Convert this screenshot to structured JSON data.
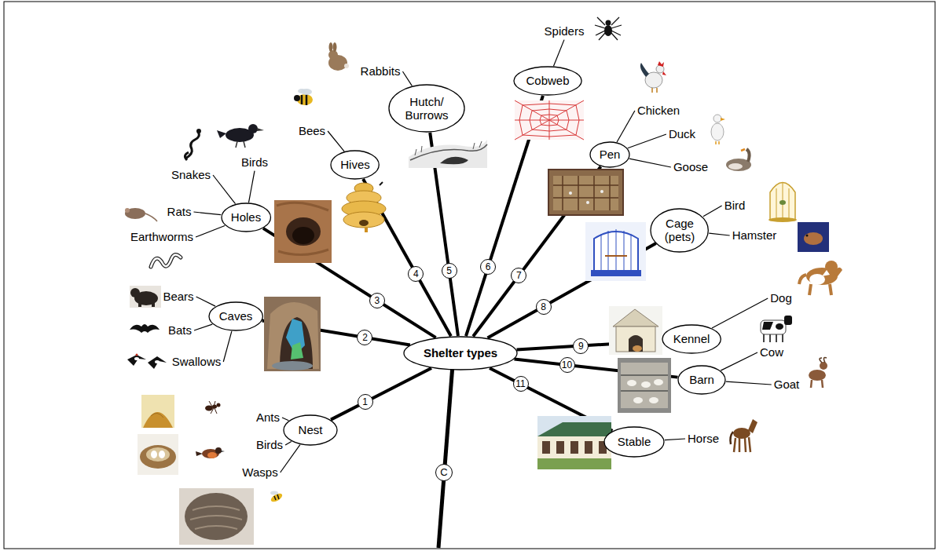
{
  "diagram": {
    "nodes": [
      {
        "text": [
          "Shelter types"
        ]
      },
      {
        "text": [
          "Nest"
        ]
      },
      {
        "text": [
          "Caves"
        ]
      },
      {
        "text": [
          "Holes"
        ]
      },
      {
        "text": [
          "Hives"
        ]
      },
      {
        "text": [
          "Hutch/ Burrows"
        ]
      },
      {
        "text": [
          "Cobweb"
        ]
      },
      {
        "text": [
          "Pen"
        ]
      },
      {
        "text": [
          "Cage (pets)"
        ]
      },
      {
        "text": [
          "Kennel"
        ]
      },
      {
        "text": [
          "Barn"
        ]
      },
      {
        "text": [
          "Stable"
        ]
      }
    ],
    "edges": [
      {
        "from": 0,
        "to": 1,
        "label": "1",
        "arrow": "none"
      },
      {
        "from": 0,
        "to": 2,
        "label": "2",
        "arrow": "none"
      },
      {
        "from": 0,
        "to": 3,
        "label": "3",
        "arrow": "none"
      },
      {
        "from": 0,
        "to": 4,
        "label": "4",
        "arrow": "none"
      },
      {
        "from": 0,
        "to": 5,
        "label": "5",
        "arrow": "none"
      },
      {
        "from": 0,
        "to": 6,
        "label": "6",
        "arrow": "none"
      },
      {
        "from": 0,
        "to": 7,
        "label": "7",
        "arrow": "none"
      },
      {
        "from": 0,
        "to": 8,
        "label": "8",
        "arrow": "none"
      },
      {
        "from": 0,
        "to": 9,
        "label": "9",
        "arrow": "none"
      },
      {
        "from": 0,
        "to": 10,
        "label": "10",
        "arrow": "none"
      },
      {
        "from": 0,
        "to": 11,
        "label": "11",
        "arrow": "none"
      }
    ],
    "labels": [
      "Ants",
      "Birds",
      "Wasps",
      "Bears",
      "Bats",
      "Swallows",
      "Birds",
      "Snakes",
      "Rats",
      "Earthworms",
      "Bees",
      "Rabbits",
      "Spiders",
      "Chicken",
      "Duck",
      "Goose",
      "Bird",
      "Hamster",
      "Dog",
      "Cow",
      "Goat",
      "Horse",
      "C"
    ]
  }
}
